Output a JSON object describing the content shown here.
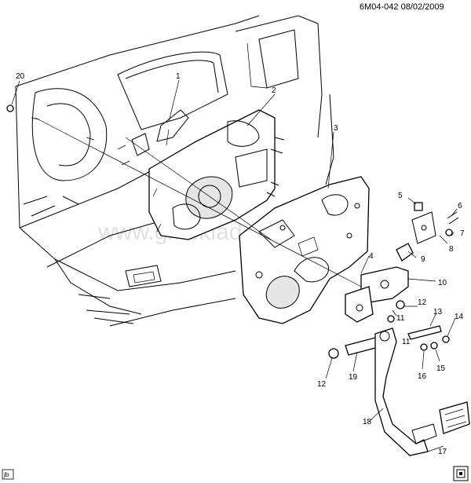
{
  "header": {
    "ref": "6M04-042 08/02/2009"
  },
  "watermark": "www.gmsklad.ru",
  "footer": {
    "left_tag": "jb"
  },
  "callouts": [
    "1",
    "2",
    "3",
    "4",
    "5",
    "6",
    "7",
    "8",
    "9",
    "10",
    "11",
    "12",
    "13",
    "14",
    "15",
    "16",
    "17",
    "18",
    "19",
    "20",
    "12",
    "11"
  ]
}
